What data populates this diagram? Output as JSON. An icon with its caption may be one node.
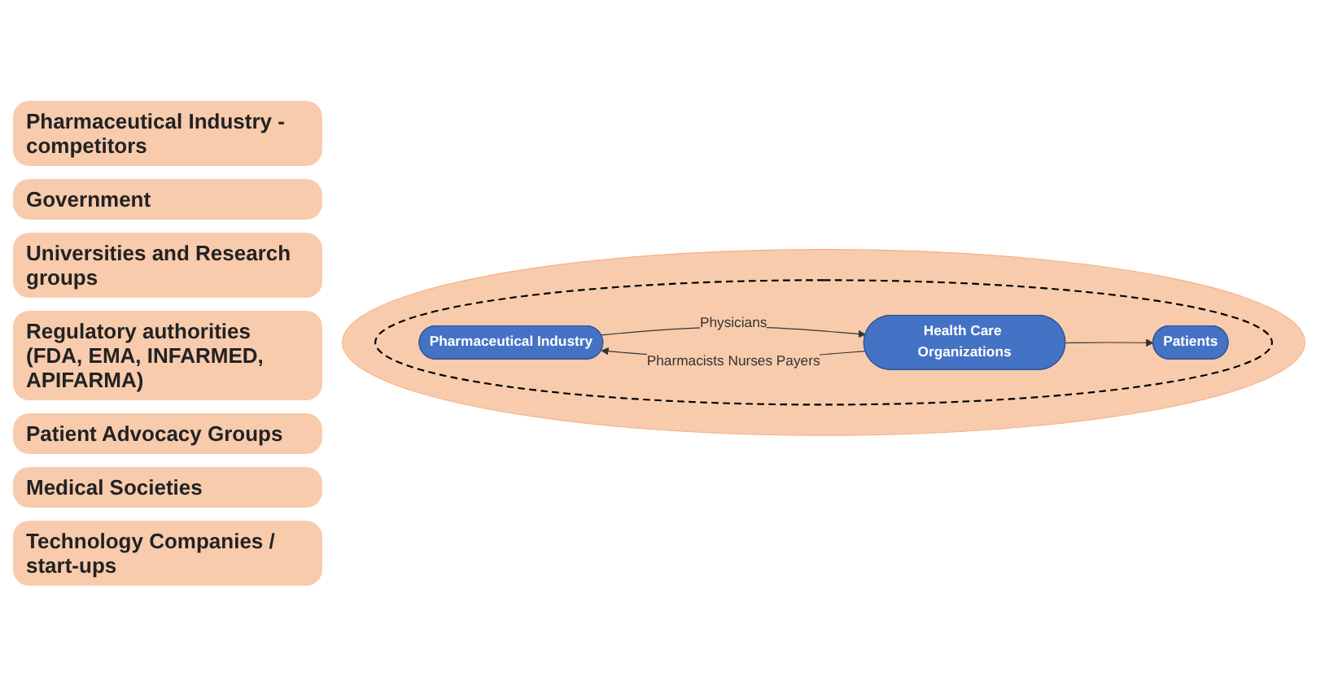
{
  "diagram": {
    "nodes": [
      {
        "text": [],
        "shape": "ellipse"
      },
      {
        "text": [],
        "shape": "ellipse",
        "in": 0
      },
      {
        "text": [
          "Pharmaceutical Industry"
        ],
        "in": 1
      },
      {
        "text": [
          "Health Care Organizations"
        ],
        "in": 1
      },
      {
        "text": [
          "Patients"
        ],
        "in": 1
      }
    ],
    "edges": [
      {
        "from": 2,
        "to": 3,
        "arrow": "to",
        "label": "Physicians"
      },
      {
        "from": 3,
        "to": 2,
        "arrow": "to",
        "label": "Pharmacists Nurses Payers"
      },
      {
        "from": 3,
        "to": 4,
        "arrow": "to"
      }
    ],
    "labels": [
      "Pharmaceutical Industry - competitors",
      "Government",
      "Universities and Research groups",
      "Regulatory authorities (FDA, EMA, INFARMED, APIFARMA)",
      "Patient Advocacy Groups",
      "Medical Societies",
      "Technology Companies / start-ups"
    ]
  }
}
